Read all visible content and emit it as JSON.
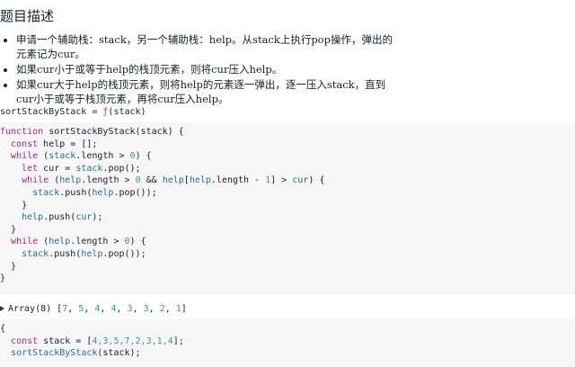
{
  "page": {
    "title": "题目描述"
  },
  "notes": [
    "申请一个辅助栈：stack，另一个辅助栈：help。从stack上执行pop操作，弹出的元素记为cur。",
    "如果cur小于或等于help的栈顶元素，则将cur压入help。",
    "如果cur大于help的栈顶元素，则将help的元素逐一弹出，逐一压入stack，直到cur小于或等于栈顶元素，再将cur压入help。"
  ],
  "cell1": {
    "label_name": "sortStackByStack",
    "label_eq": " = ",
    "label_f": "ƒ",
    "label_args": "(stack)"
  },
  "code1": {
    "l1_kw": "function",
    "l1_rest": " sortStackByStack(stack) {",
    "l2_kw": "const",
    "l2_rest": " help = [];",
    "l3_kw": "while",
    "l3_a": " (",
    "l3_var": "stack",
    "l3_b": ".length > ",
    "l3_num": "0",
    "l3_c": ") {",
    "l4_kw": "let",
    "l4_a": " cur = ",
    "l4_var": "stack",
    "l4_b": ".pop();",
    "l5_kw": "while",
    "l5_a": " (",
    "l5_var1": "help",
    "l5_b": ".length > ",
    "l5_num1": "0",
    "l5_c": " && ",
    "l5_var2": "help",
    "l5_d": "[",
    "l5_var3": "help",
    "l5_e": ".length - ",
    "l5_num2": "1",
    "l5_f": "] > ",
    "l5_var4": "cur",
    "l5_g": ") {",
    "l6_var": "stack",
    "l6_a": ".push(",
    "l6_var2": "help",
    "l6_b": ".pop());",
    "l7": "}",
    "l8_var": "help",
    "l8_a": ".push(",
    "l8_var2": "cur",
    "l8_b": ");",
    "l9": "}",
    "l10_kw": "while",
    "l10_a": " (",
    "l10_var": "help",
    "l10_b": ".length > ",
    "l10_num": "0",
    "l10_c": ") {",
    "l11_var": "stack",
    "l11_a": ".push(",
    "l11_var2": "help",
    "l11_b": ".pop());",
    "l12": "}",
    "l13": "}"
  },
  "output": {
    "prefix": "Array(8) [",
    "values": [
      "7",
      "5",
      "4",
      "4",
      "3",
      "3",
      "2",
      "1"
    ],
    "suffix": "]"
  },
  "code2": {
    "l1": "{",
    "l2_kw": "const",
    "l2_a": " stack = [",
    "l2_nums": "4,3,5,7,2,3,1,4",
    "l2_b": "];",
    "l3_var": "sortStackByStack",
    "l3_a": "(stack);"
  }
}
